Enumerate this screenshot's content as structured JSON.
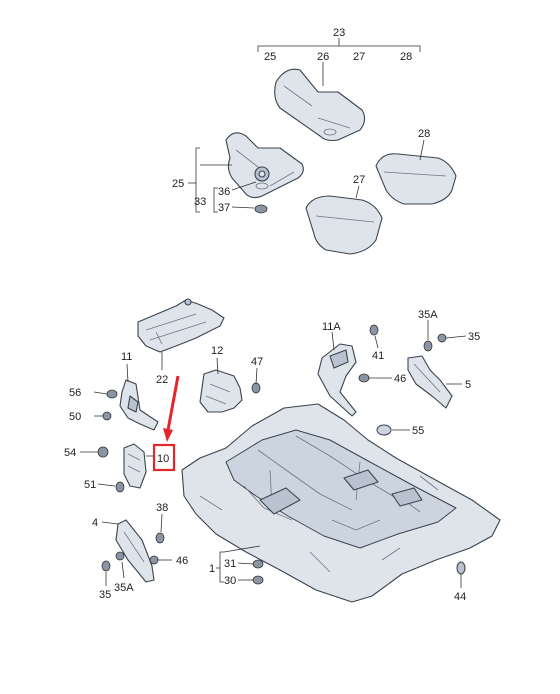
{
  "callouts": {
    "c23": "23",
    "c25top": "25",
    "c26top": "26",
    "c27top": "27",
    "c28top": "28",
    "c26": "26",
    "c28": "28",
    "c27": "27",
    "c25": "25",
    "c36": "36",
    "c33": "33",
    "c37": "37",
    "c22": "22",
    "c11": "11",
    "c12": "12",
    "c47": "47",
    "c11A": "11A",
    "c41": "41",
    "c35Atop": "35A",
    "c35top": "35",
    "c46top": "46",
    "c5": "5",
    "c56": "56",
    "c50": "50",
    "c55": "55",
    "c54": "54",
    "c10": "10",
    "c51": "51",
    "c4": "4",
    "c38": "38",
    "c46bot": "46",
    "c35bot": "35",
    "c35Abot": "35A",
    "c31": "31",
    "c1": "1",
    "c30": "30",
    "c44": "44"
  },
  "highlight": {
    "part": "10",
    "color": "#e3262b"
  }
}
